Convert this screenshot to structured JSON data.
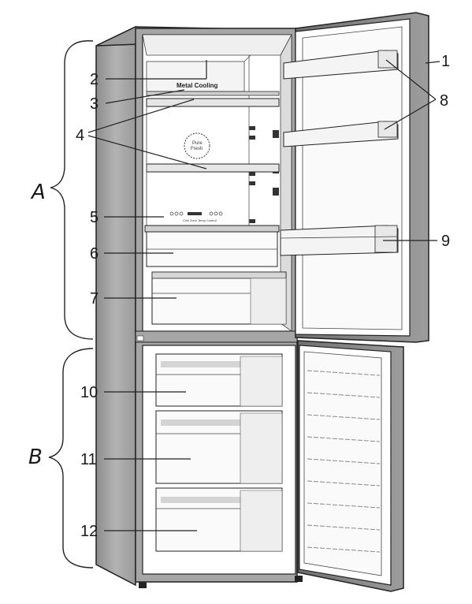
{
  "labels": {
    "group_a": "A",
    "group_b": "B",
    "callouts": [
      "1",
      "2",
      "3",
      "4",
      "5",
      "6",
      "7",
      "8",
      "9",
      "10",
      "11",
      "12"
    ]
  },
  "panel": {
    "metal_cooling": "Metal Cooling",
    "pure_fresh_1": "Pure",
    "pure_fresh_2": "Fresh",
    "control_text": "Chill Zone Temp Control"
  }
}
